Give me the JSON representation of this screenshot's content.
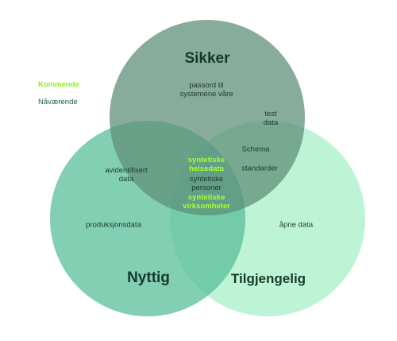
{
  "colors": {
    "sikker": "#5f907a",
    "nyttig": "#58bf9b",
    "tilgjengelig": "#a8f0c8",
    "upcoming": "#a8ff2e",
    "current": "#1f5a3e",
    "text": "#1f3a2e"
  },
  "legend": {
    "upcoming": "Kommende",
    "current": "Nåværende"
  },
  "sets": {
    "sikker": "Sikker",
    "nyttig": "Nyttig",
    "tilgjengelig": "Tilgjengelig"
  },
  "items": {
    "passord": "passord til\nsystemene våre",
    "test_data": "test\ndata",
    "schema": "Schema",
    "standarder": "standarder",
    "avidentifisert": "avidentifisert\ndata",
    "syntetiske_helsedata": "syntetiske\nhelsedata",
    "syntetiske_personer": "syntetiske\npersoner",
    "syntetiske_virksomheter": "syntetiske\nvirksomheter",
    "produksjonsdata": "produksjonsdata",
    "apne_data": "åpne data"
  }
}
